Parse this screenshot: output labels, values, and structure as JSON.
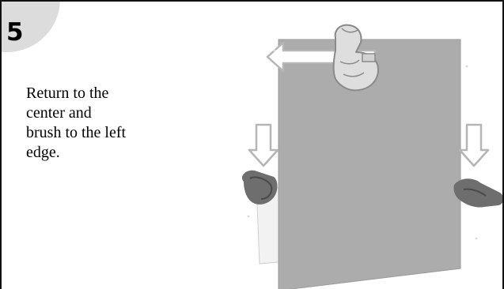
{
  "step": {
    "number": "5"
  },
  "instruction": {
    "line1": "Return to the",
    "line2": "center and",
    "line3": "brush to the left",
    "line4": "edge."
  },
  "illustration": {
    "icons": [
      "arrow-left-icon",
      "hand-icon",
      "arrow-down-icon"
    ],
    "colors": {
      "sheet": "#acacac",
      "sheet_edge": "#9a9a9a",
      "arrow_stroke": "#b5b5b5",
      "hand_fill": "#dedede",
      "hand_dark": "#8a8a8a",
      "background": "#ffffff",
      "badge": "#dcdcdc"
    }
  }
}
